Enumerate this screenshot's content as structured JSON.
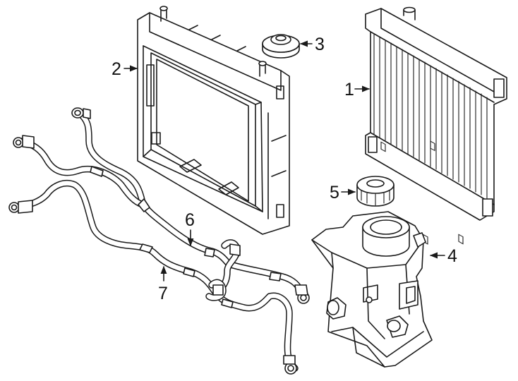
{
  "diagram": {
    "callouts": [
      {
        "id": "1",
        "label": "1"
      },
      {
        "id": "2",
        "label": "2"
      },
      {
        "id": "3",
        "label": "3"
      },
      {
        "id": "4",
        "label": "4"
      },
      {
        "id": "5",
        "label": "5"
      },
      {
        "id": "6",
        "label": "6"
      },
      {
        "id": "7",
        "label": "7"
      }
    ],
    "parts": [
      "radiator",
      "radiator-frame",
      "grommet",
      "expansion-tank",
      "tank-cap",
      "hose-upper",
      "hose-lower"
    ]
  }
}
